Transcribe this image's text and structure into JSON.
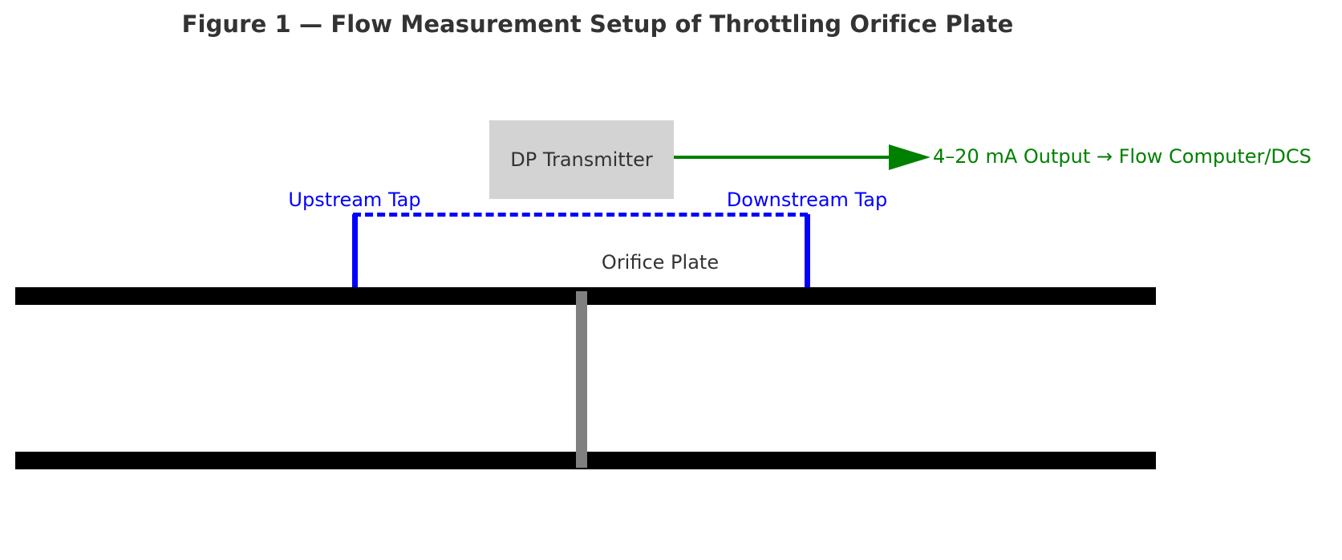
{
  "figure": {
    "title": "Figure 1 — Flow Measurement Setup of Throttling Orifice Plate",
    "colors": {
      "title_text": "#333333",
      "pipe_wall": "#000000",
      "orifice_plate": "#808080",
      "transmitter_box": "#d3d3d3",
      "signal": "#008000",
      "impulse_tap": "#0000ff",
      "background": "#ffffff"
    }
  },
  "pipe": {
    "top_wall_name": "pipe-wall-top",
    "bottom_wall_name": "pipe-wall-bottom"
  },
  "orifice": {
    "label": "Orifice Plate"
  },
  "transmitter": {
    "label": "DP Transmitter"
  },
  "signal": {
    "label": "4–20 mA Output → Flow Computer/DCS",
    "arrow_icon": "arrow-right-icon"
  },
  "taps": {
    "upstream_label": "Upstream Tap",
    "downstream_label": "Downstream Tap"
  }
}
